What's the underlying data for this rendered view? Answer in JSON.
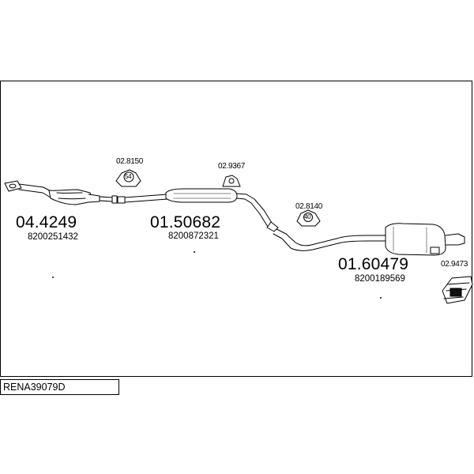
{
  "diagram_code": "RENA39079D",
  "parts": [
    {
      "part_number": "04.4249",
      "reference": "8200251432"
    },
    {
      "part_number": "01.50682",
      "reference": "8200872321"
    },
    {
      "part_number": "01.60479",
      "reference": "8200189569"
    }
  ],
  "mounts": [
    {
      "part_number": "02.8150",
      "badge": "54"
    },
    {
      "part_number": "02.9367"
    },
    {
      "part_number": "02.8140",
      "badge": "40"
    },
    {
      "part_number": "02.9473"
    }
  ]
}
